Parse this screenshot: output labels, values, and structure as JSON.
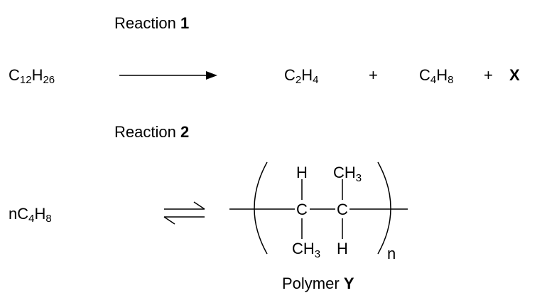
{
  "reaction1": {
    "label": "Reaction",
    "number": "1",
    "reactant": {
      "main": "C",
      "sub1": "12",
      "mid": "H",
      "sub2": "26"
    },
    "product1": {
      "main": "C",
      "sub1": "2",
      "mid": "H",
      "sub2": "4"
    },
    "plus1": "+",
    "product2": {
      "main": "C",
      "sub1": "4",
      "mid": "H",
      "sub2": "8"
    },
    "plus2": "+",
    "product3": "X"
  },
  "reaction2": {
    "label": "Reaction",
    "number": "2",
    "reactant": {
      "prefix": "nC",
      "sub1": "4",
      "mid": "H",
      "sub2": "8"
    },
    "polymer": {
      "top_left": "H",
      "top_right_main": "CH",
      "top_right_sub": "3",
      "carbon_left": "C",
      "carbon_right": "C",
      "bottom_left_main": "CH",
      "bottom_left_sub": "3",
      "bottom_right": "H",
      "repeat": "n"
    },
    "polymer_label": "Polymer",
    "polymer_name": "Y"
  }
}
